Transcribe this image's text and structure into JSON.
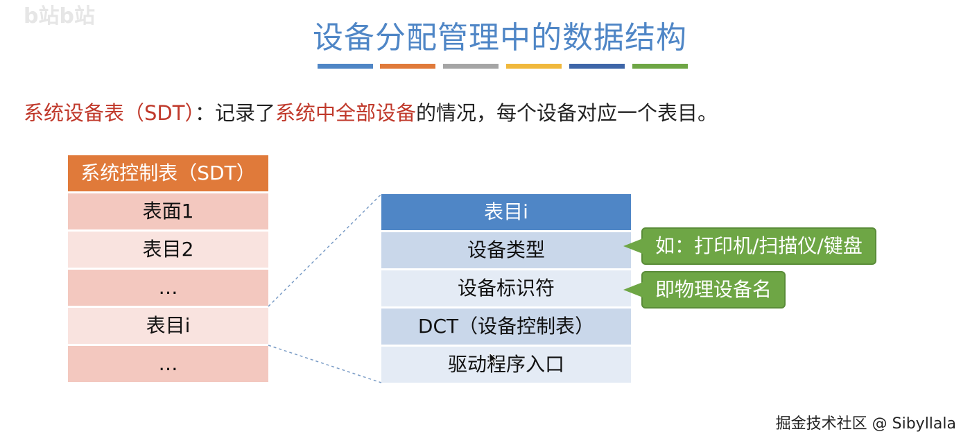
{
  "slide": {
    "title": "设备分配管理中的数据结构",
    "title_color": "#4f86c6",
    "bar_colors": [
      "#4f86c6",
      "#e07a3a",
      "#a5a5a5",
      "#f0b83c",
      "#3e66a8",
      "#6ea645"
    ]
  },
  "intro": {
    "term": "系统设备表（SDT）",
    "colon": "：记录了",
    "highlight": "系统中全部设备",
    "rest": "的情况，每个设备对应一个表目。"
  },
  "sdt_table": {
    "header": "系统控制表（SDT）",
    "rows": [
      "表面1",
      "表目2",
      "…",
      "表目i",
      "…"
    ]
  },
  "entry_table": {
    "header": "表目i",
    "rows": [
      "设备类型",
      "设备标识符",
      "DCT（设备控制表）",
      "驱动程序入口"
    ]
  },
  "callouts": {
    "device_type_note": "如：打印机/扫描仪/键盘",
    "device_id_note": "即物理设备名"
  },
  "footer": {
    "credit": "掘金技术社区 @ Sibyllala"
  }
}
